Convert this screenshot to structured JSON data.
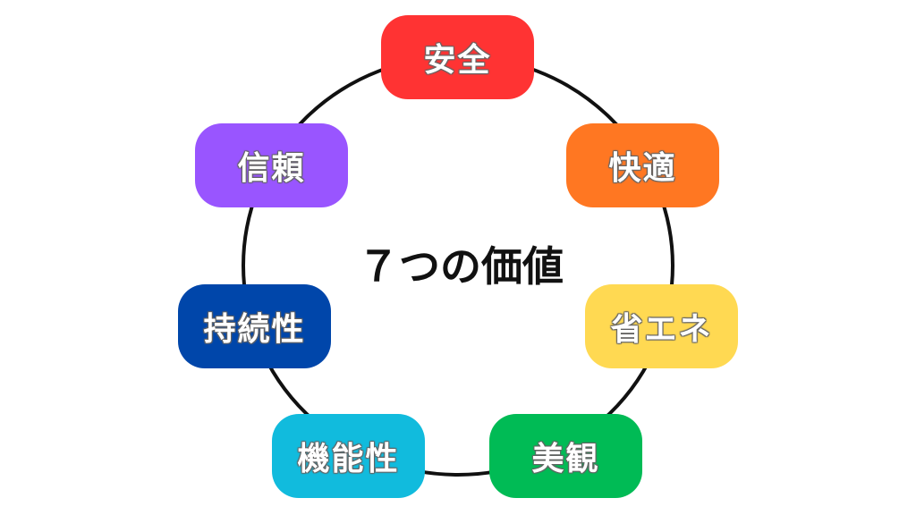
{
  "title": "７つの価値",
  "values": [
    {
      "label": "安全",
      "color": "#FF3333"
    },
    {
      "label": "快適",
      "color": "#FF7722"
    },
    {
      "label": "省エネ",
      "color": "#FFD952"
    },
    {
      "label": "美観",
      "color": "#00BB55"
    },
    {
      "label": "機能性",
      "color": "#11BBDD"
    },
    {
      "label": "持続性",
      "color": "#0046AA"
    },
    {
      "label": "信頼",
      "color": "#9955FF"
    }
  ]
}
